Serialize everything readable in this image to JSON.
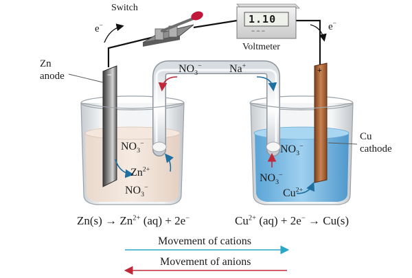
{
  "labels": {
    "switch": "Switch",
    "voltmeter": "Voltmeter",
    "voltmeter_reading": "1.10",
    "voltmeter_dashes": "− − −",
    "electron_left": "e",
    "electron_right": "e",
    "electron_charge": "−",
    "anode_line1": "Zn",
    "anode_line2": "anode",
    "cathode_line1": "Cu",
    "cathode_line2": "cathode",
    "anode_sign": "−",
    "cathode_sign": "+",
    "salt_bridge_anion": "NO",
    "salt_bridge_cation": "Na",
    "cation_legend": "Movement of cations",
    "anion_legend": "Movement of anions"
  },
  "ions": {
    "nitrate_formula": "NO",
    "nitrate_sub": "3",
    "nitrate_sup": "−",
    "sodium_sup": "+",
    "zinc_ion": "Zn",
    "zinc_charge": "2+",
    "copper_ion": "Cu",
    "copper_charge": "2+"
  },
  "equations": {
    "anode": {
      "lhs": "Zn(s)",
      "arrow": "→",
      "rhs_ion": "Zn",
      "rhs_charge": "2+",
      "rhs_state": " (aq) + 2e",
      "rhs_electron": "−"
    },
    "cathode": {
      "lhs_ion": "Cu",
      "lhs_charge": "2+",
      "lhs_rest": " (aq) + 2e",
      "lhs_electron": "−",
      "arrow": "→",
      "rhs": "Cu(s)"
    }
  },
  "colors": {
    "cation_arrow": "#2aa6c8",
    "anion_arrow": "#c0283a",
    "zinc_solution": "#f0ddd0",
    "copper_solution": "#6fb4e0",
    "copper_electrode": "#b5693a",
    "zinc_electrode": "#6a6a6a",
    "wire": "#111111"
  }
}
